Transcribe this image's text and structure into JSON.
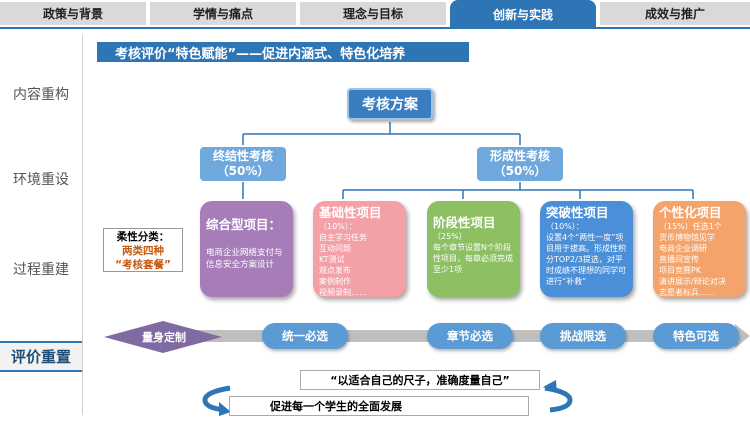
{
  "tabs": [
    {
      "label": "政策与背景",
      "active": false
    },
    {
      "label": "学情与痛点",
      "active": false
    },
    {
      "label": "理念与目标",
      "active": false
    },
    {
      "label": "创新与实践",
      "active": true
    },
    {
      "label": "成效与推广",
      "active": false
    }
  ],
  "sidebar": [
    {
      "label": "内容重构",
      "active": false
    },
    {
      "label": "环境重设",
      "active": false
    },
    {
      "label": "过程重建",
      "active": false
    },
    {
      "label": "评价重置",
      "active": true
    }
  ],
  "title": "考核评价“特色赋能”——促进内涵式、特色化培养",
  "main_box": "考核方案",
  "summative": {
    "label": "终结性考核",
    "percent": "（50%）"
  },
  "formative": {
    "label": "形成性考核",
    "percent": "（50%）"
  },
  "flex_category": {
    "line1": "柔性分类：",
    "line2": "两类四种",
    "line3": "“考核套餐”"
  },
  "cards": [
    {
      "title": "综合型项目：",
      "percent": "",
      "body": "电商企业网络支付与信息安全方案设计",
      "color": "#a67db8"
    },
    {
      "title": "基础性项目",
      "percent": "（10%）：",
      "body": "自主学习任务\n互动问题\nKT测试\n观点发布\n案例制作\n视频录制……",
      "color": "#f3a0a6"
    },
    {
      "title": "阶段性项目",
      "percent": "（25%）",
      "body": "每个章节设置N个阶段性项目，每章必须完成至少1项",
      "color": "#8cc063"
    },
    {
      "title": "突破性项目",
      "percent": "（10%）：",
      "body": "设置4个“两性一度”项目用于拔高。形成性积分TOP2/3提选，对平时成绩不理想的同学可进行“补救”",
      "color": "#4a8fd8"
    },
    {
      "title": "个性化项目",
      "percent": "（15%）任选1个",
      "body": "货币博物馆见学\n电商企业调研\n直播间宣传\n项目竞赛PK\n演讲展示/辩论对决\n志愿者标兵……",
      "color": "#f4a36a"
    }
  ],
  "tags": {
    "custom": "量身定制",
    "unified": "统一必选",
    "chapter": "章节必选",
    "challenge": "挑战限选",
    "feature": "特色可选"
  },
  "quote": "“以适合自己的尺子，准确度量自己”",
  "bottom": "促进每一个学生的全面发展",
  "colors": {
    "accent": "#2e75b6",
    "box": "#6fa8dc",
    "tag": "#5b9bd5",
    "arrow_gray": "#bfbfbf",
    "diamond": "#7f6aa1"
  }
}
